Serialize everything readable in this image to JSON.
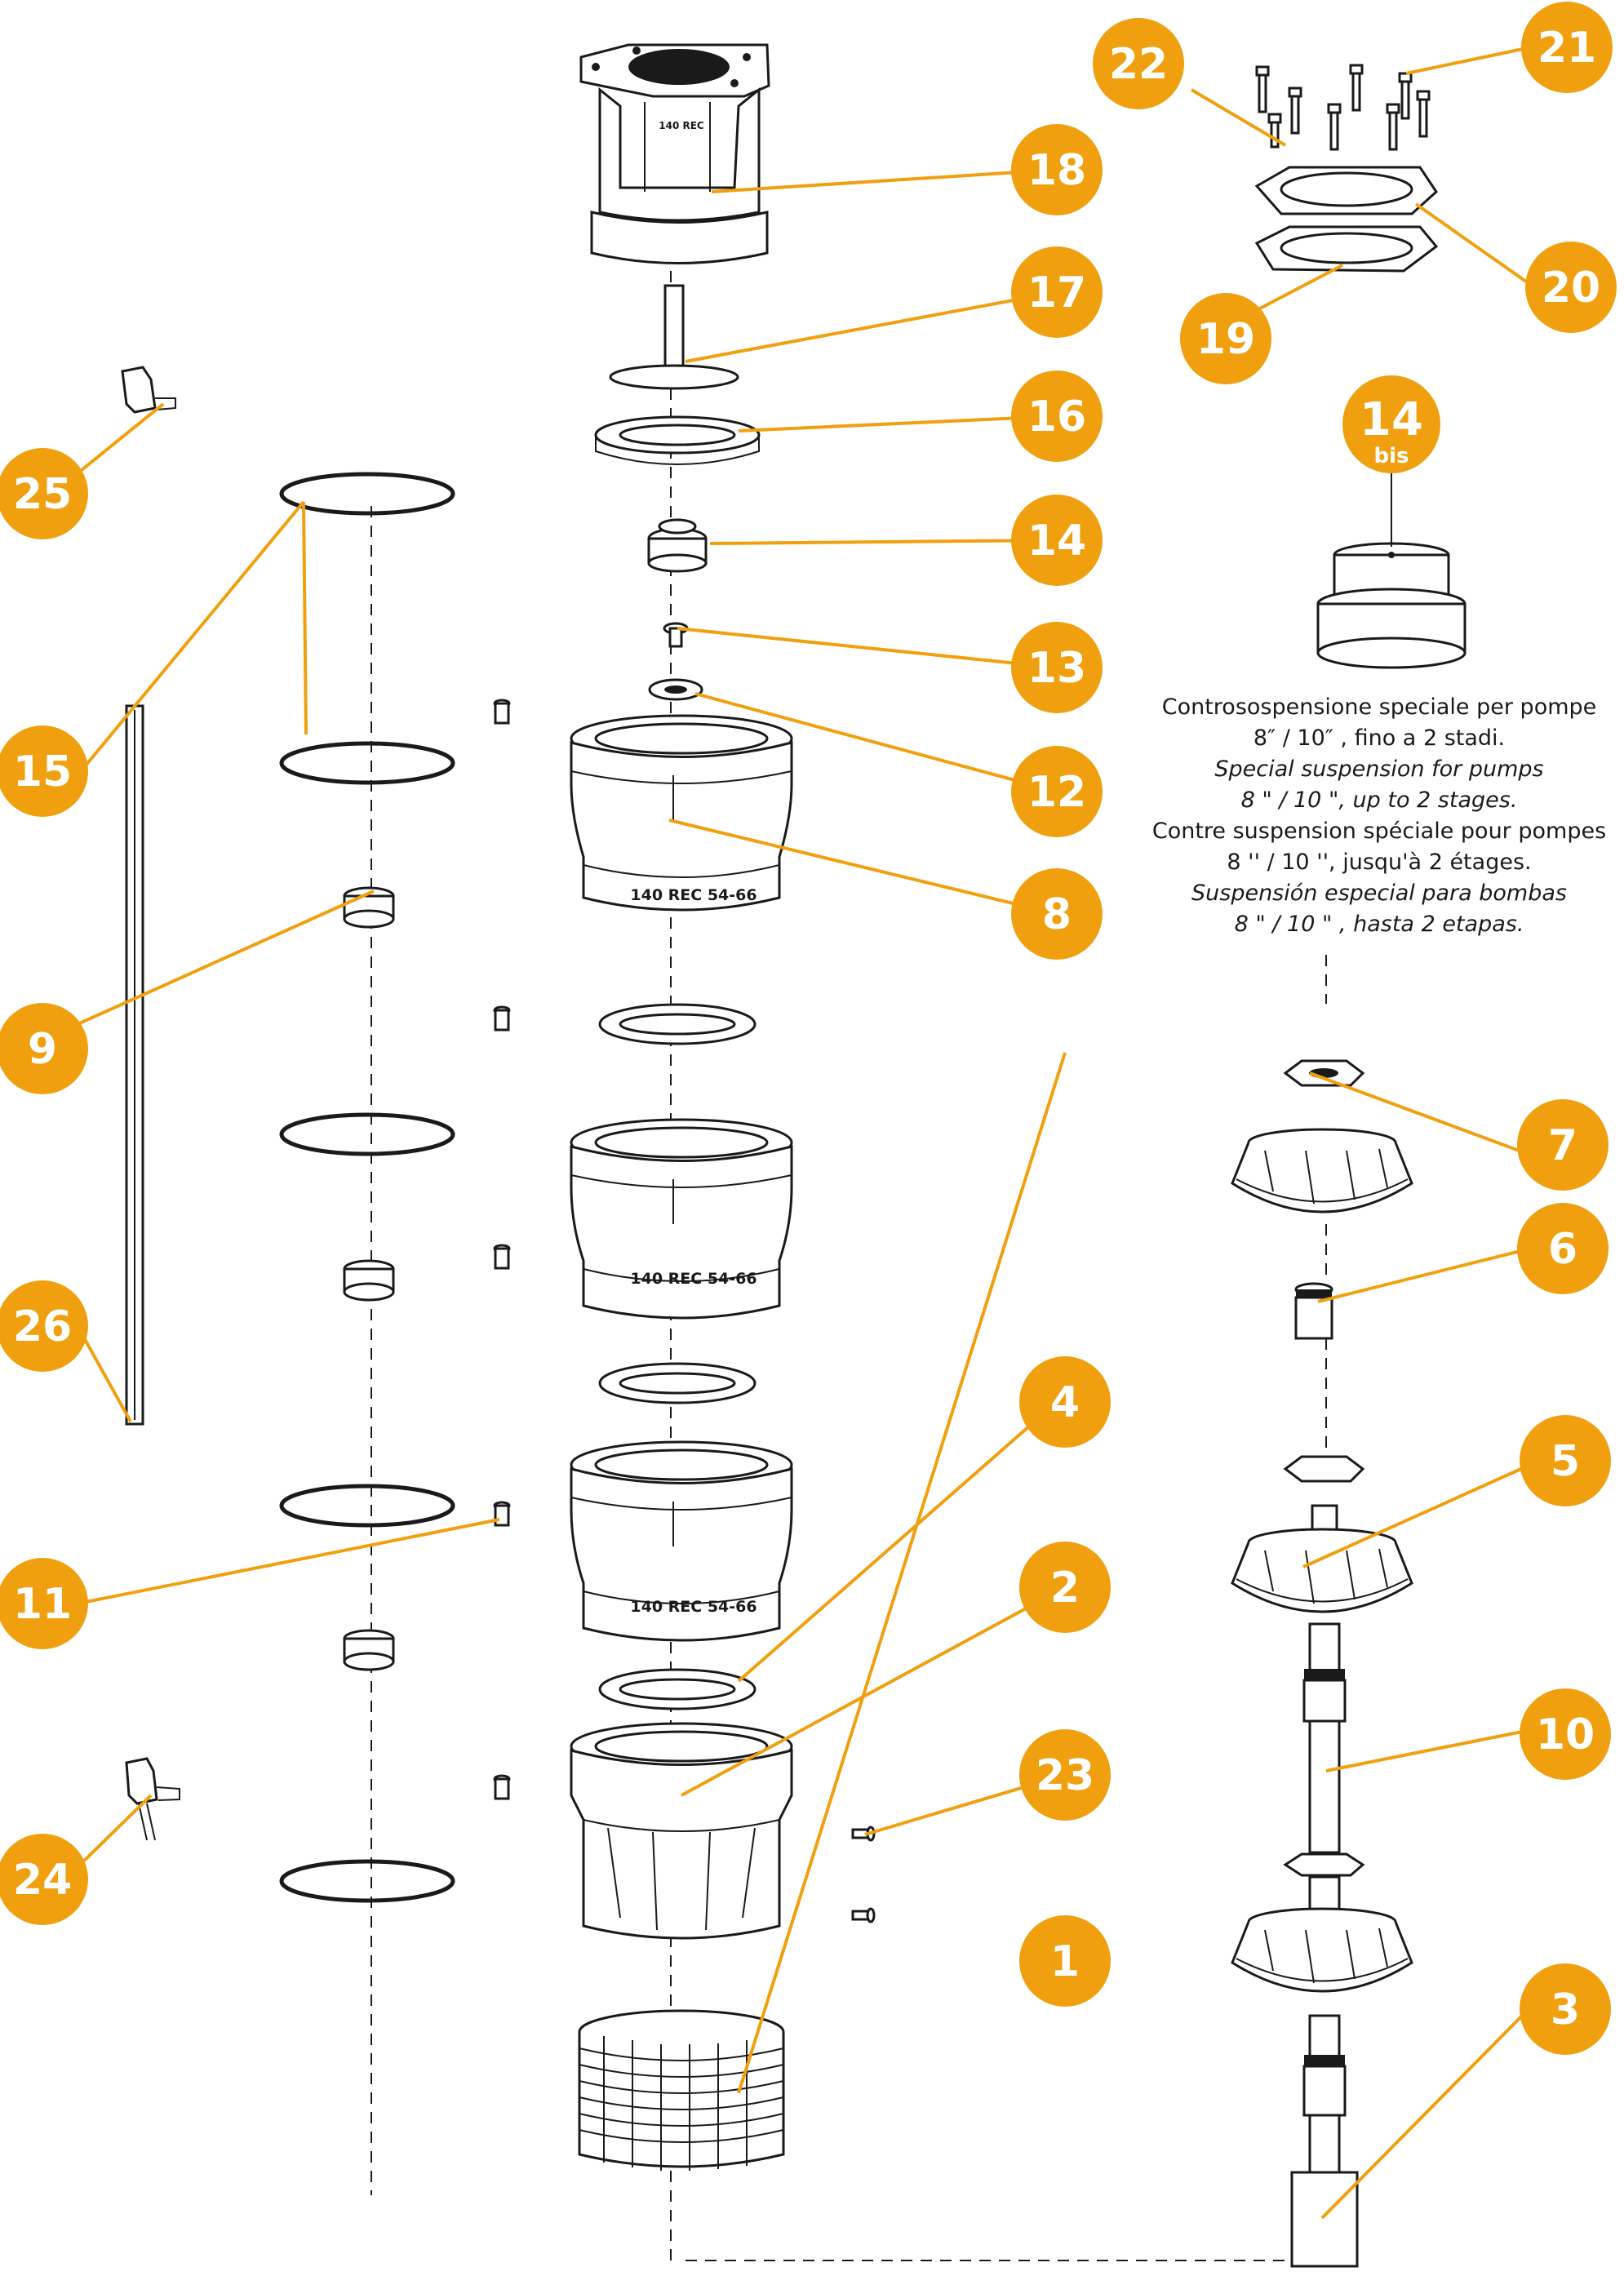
{
  "colors": {
    "callout": "#f0a00f",
    "callout_text": "#ffffff",
    "line": "#1a1a1a",
    "background": "#ffffff"
  },
  "callouts": [
    {
      "id": "c1",
      "label": "1"
    },
    {
      "id": "c2",
      "label": "2"
    },
    {
      "id": "c3",
      "label": "3"
    },
    {
      "id": "c4",
      "label": "4"
    },
    {
      "id": "c5",
      "label": "5"
    },
    {
      "id": "c6",
      "label": "6"
    },
    {
      "id": "c7",
      "label": "7"
    },
    {
      "id": "c8",
      "label": "8"
    },
    {
      "id": "c9",
      "label": "9"
    },
    {
      "id": "c10",
      "label": "10"
    },
    {
      "id": "c11",
      "label": "11"
    },
    {
      "id": "c12",
      "label": "12"
    },
    {
      "id": "c13",
      "label": "13"
    },
    {
      "id": "c14",
      "label": "14"
    },
    {
      "id": "c14bis",
      "label": "14",
      "sublabel": "bis"
    },
    {
      "id": "c15",
      "label": "15"
    },
    {
      "id": "c16",
      "label": "16"
    },
    {
      "id": "c17",
      "label": "17"
    },
    {
      "id": "c18",
      "label": "18"
    },
    {
      "id": "c19",
      "label": "19"
    },
    {
      "id": "c20",
      "label": "20"
    },
    {
      "id": "c21",
      "label": "21"
    },
    {
      "id": "c22",
      "label": "22"
    },
    {
      "id": "c23",
      "label": "23"
    },
    {
      "id": "c24",
      "label": "24"
    },
    {
      "id": "c25",
      "label": "25"
    },
    {
      "id": "c26",
      "label": "26"
    }
  ],
  "part_markings": {
    "stage_casing": "140 REC 54-66",
    "top_casing": "140 REC"
  },
  "note": {
    "it_line1": "Controsospensione speciale per pompe",
    "it_line2": "8″ / 10″ , fino a 2 stadi.",
    "en_line1": "Special suspension for pumps",
    "en_line2": "8 \" / 10 \", up to 2 stages.",
    "fr_line1": "Contre suspension spéciale pour pompes",
    "fr_line2": "8 '' / 10 '', jusqu'à 2 étages.",
    "es_line1": "Suspensión especial para bombas",
    "es_line2": "8 \" / 10 \" , hasta 2 etapas."
  }
}
